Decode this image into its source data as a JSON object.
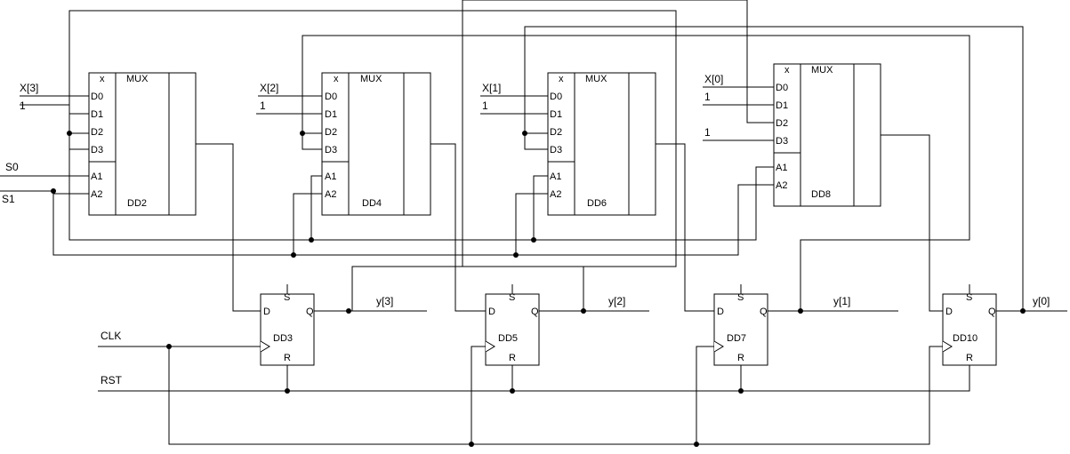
{
  "mux_header": "MUX",
  "mux_x": "x",
  "pins": {
    "d0": "D0",
    "d1": "D1",
    "d2": "D2",
    "d3": "D3",
    "a1": "A1",
    "a2": "A2"
  },
  "ff_pins": {
    "d": "D",
    "q": "Q",
    "s": "S",
    "r": "R"
  },
  "muxes": [
    {
      "id": "DD2",
      "x_label": "X[3]",
      "one_label": "1"
    },
    {
      "id": "DD4",
      "x_label": "X[2]",
      "one_label": "1"
    },
    {
      "id": "DD6",
      "x_label": "X[1]",
      "one_label": "1"
    },
    {
      "id": "DD8",
      "x_label": "X[0]",
      "one_label": "1",
      "one_label_d3": "1"
    }
  ],
  "flipflops": [
    {
      "id": "DD3",
      "out": "y[3]"
    },
    {
      "id": "DD5",
      "out": "y[2]"
    },
    {
      "id": "DD7",
      "out": "y[1]"
    },
    {
      "id": "DD10",
      "out": "y[0]"
    }
  ],
  "signals": {
    "s0": "S0",
    "s1": "S1",
    "clk": "CLK",
    "rst": "RST"
  }
}
